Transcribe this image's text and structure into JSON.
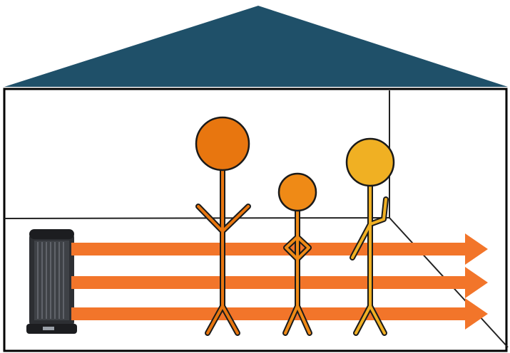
{
  "scene": {
    "colors": {
      "roof": "#1f5069",
      "wall_outline": "#000000",
      "heat_arrow": "#f2752a",
      "person_large": "#e8760f",
      "person_child": "#ef8a16",
      "person_light": "#f0b023",
      "heater_body": "#2d2f33",
      "background": "#ffffff"
    },
    "icons": [
      "house-roof",
      "space-heater-icon",
      "heat-arrow",
      "stick-figure-person"
    ],
    "people_count": 3,
    "heat_arrow_count": 3
  }
}
